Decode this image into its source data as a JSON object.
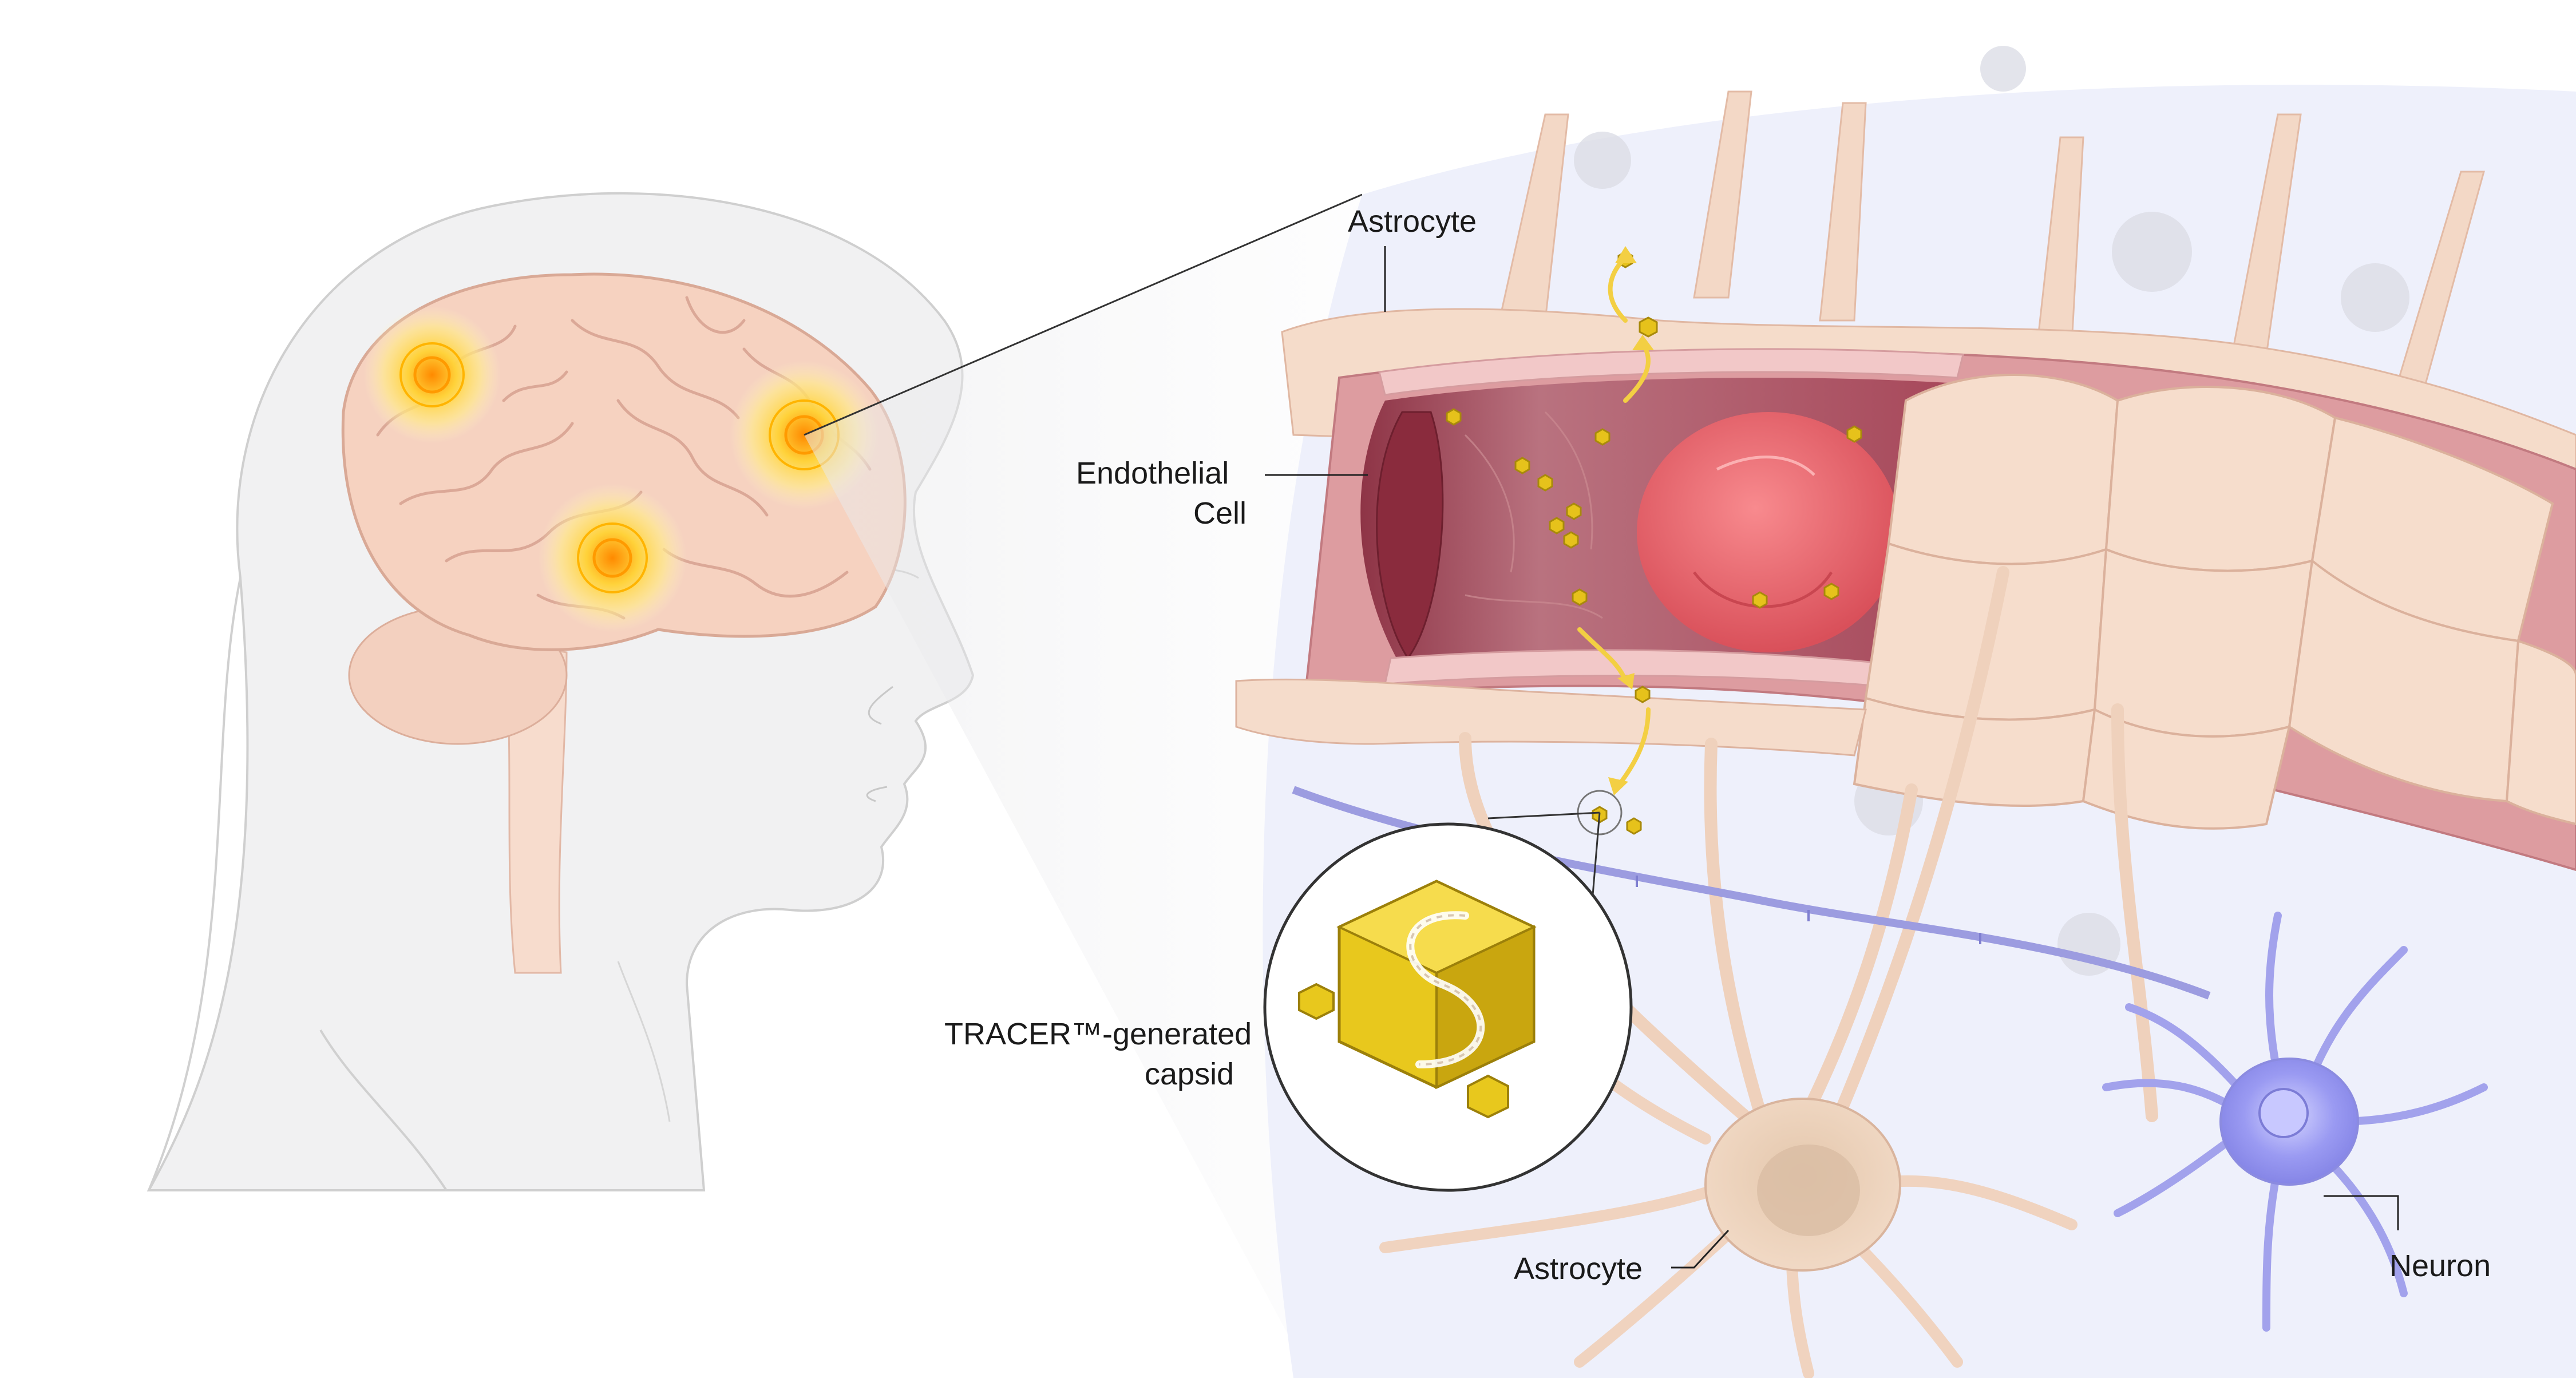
{
  "labels": {
    "astrocyte_top": "Astrocyte",
    "endothelial_line1": "Endothelial",
    "endothelial_line2": "Cell",
    "capsid_line1": "TRACER™-generated",
    "capsid_line2": "capsid",
    "astrocyte_bottom": "Astrocyte",
    "neuron": "Neuron"
  },
  "colors": {
    "head_outline": "#c9c9c9",
    "brain": "#f6d2c0",
    "glow": "#f4b400",
    "vessel_wall": "#d98c8f",
    "vessel_lumen": "#a7485a",
    "red_blood_cell": "#ec6a70",
    "astrocyte": "#f3d9c4",
    "neuron": "#a9a9f0",
    "capsid": "#e0c41a"
  }
}
